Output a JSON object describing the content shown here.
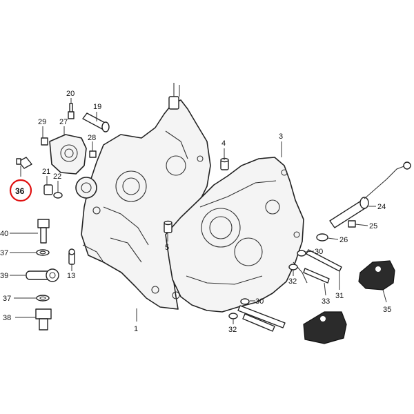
{
  "diagram": {
    "highlight_color": "#e01010",
    "highlighted_callout": "36",
    "callouts": {
      "c1": "1",
      "c3": "3",
      "c4": "4",
      "c5": "5",
      "c13": "13",
      "c19": "19",
      "c20": "20",
      "c21": "21",
      "c22": "22",
      "c24": "24",
      "c25": "25",
      "c26": "26",
      "c27": "27",
      "c28": "28",
      "c29": "29",
      "c30a": "30",
      "c30b": "30",
      "c31": "31",
      "c32a": "32",
      "c32b": "32",
      "c33": "33",
      "c35": "35",
      "c36": "36",
      "c37a": "37",
      "c37b": "37",
      "c38": "38",
      "c39": "39",
      "c40": "40"
    }
  }
}
